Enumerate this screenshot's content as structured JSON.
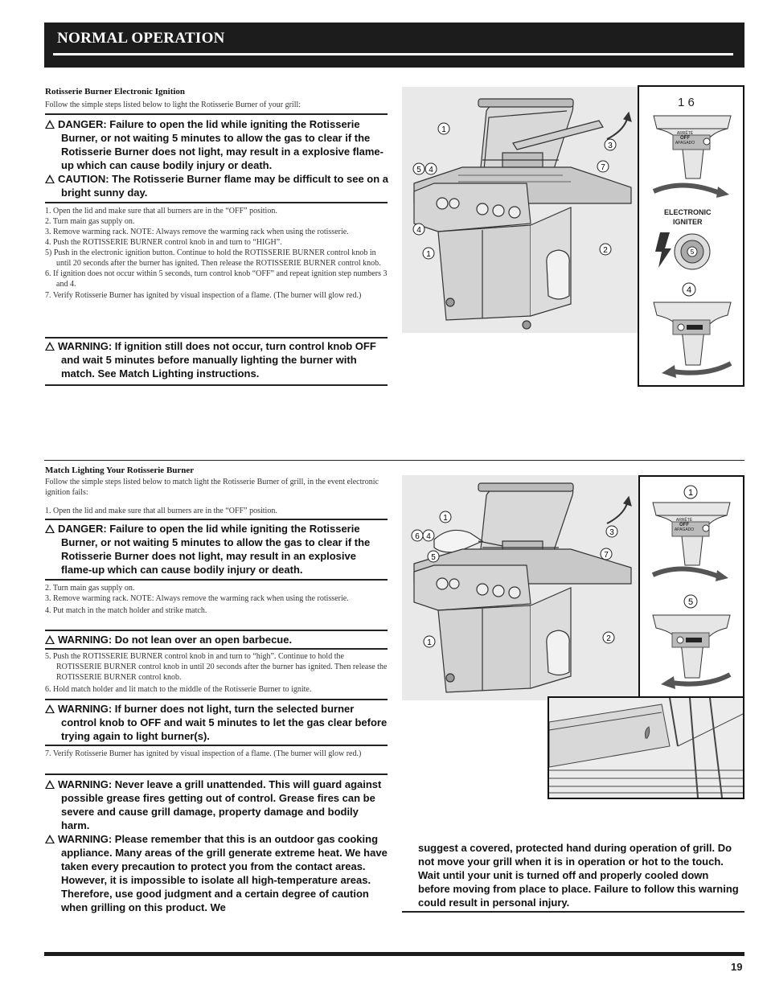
{
  "header": {
    "title": "NORMAL OPERATION"
  },
  "section1": {
    "title": "Rotisserie Burner Electronic Ignition",
    "intro": "Follow the simple steps listed below to light the Rotisserie Burner of your grill:",
    "danger": "DANGER: Failure to open the lid while igniting the Rotisserie Burner, or not waiting 5 minutes to allow the gas to clear if the Rotisserie Burner does not light, may result in a explosive flame-up which can cause bodily injury or death.",
    "caution": "CAUTION: The Rotisserie Burner flame may be difficult to see on a bright sunny day.",
    "steps": [
      "1.  Open the lid and make sure that all burners are in the “OFF” position.",
      "2.  Turn main gas supply on.",
      "3.  Remove warming rack. NOTE: Always remove the warming rack when using the rotisserie.",
      "4.  Push the ROTISSERIE BURNER control knob in and turn to “HIGH”.",
      "5)  Push in the electronic ignition button. Continue to hold the ROTISSERIE BURNER control knob in until 20 seconds after the burner has ignited. Then release the ROTISSERIE BURNER control knob.",
      "6.  If ignition does not occur within 5 seconds, turn control knob “OFF” and repeat ignition step numbers 3 and 4.",
      "7.  Verify Rotisserie Burner has ignited by visual inspection of a flame. (The burner will glow red.)"
    ],
    "warning": "WARNING: If ignition still does not occur, turn control knob OFF and wait 5 minutes before manually lighting the burner with match. See Match Lighting instructions.",
    "figure": {
      "callouts": [
        "1",
        "5",
        "4",
        "4",
        "1",
        "3",
        "7",
        "2"
      ],
      "panel_top_label": "1 6",
      "knob_text": [
        "ARRÊTÉ",
        "OFF",
        "APAGADO"
      ],
      "igniter_label_1": "ELECTRONIC",
      "igniter_label_2": "IGNITER",
      "igniter_num": "5",
      "panel_bottom_label": "4"
    }
  },
  "section2": {
    "title": "Match Lighting Your Rotisserie Burner",
    "intro": "Follow the simple steps listed below to match light the Rotisserie Burner of grill, in the event electronic ignition fails:",
    "step1": "1.  Open the lid and make sure that all burners are in the “OFF” position.",
    "danger": "DANGER: Failure to open the lid while igniting the Rotisserie Burner, or not waiting 5 minutes to allow the gas to clear if the Rotisserie Burner does not light, may result in an explosive flame-up which can cause bodily injury or death.",
    "steps_b": [
      "2.  Turn main gas supply on.",
      "3.  Remove warming rack. NOTE: Always remove the warming rack when using the rotisserie.",
      "4.  Put match in the match holder and strike match."
    ],
    "warning_lean": "WARNING: Do not lean over an open barbecue.",
    "steps_c": [
      "5.  Push the ROTISSERIE BURNER control knob in and turn to “high”. Continue to hold the ROTISSERIE BURNER control knob in until 20 seconds after the burner has ignited. Then release the ROTISSERIE BURNER control knob.",
      "6.  Hold match holder and lit match to the middle of the Rotisserie Burner to ignite."
    ],
    "warning_burner": "WARNING: If burner does not light, turn the selected burner control knob to OFF and wait 5 minutes to let the gas clear before trying again to light burner(s).",
    "step7": "7.  Verify Rotisserie Burner has ignited by visual inspection of a flame. (The burner will glow red.)",
    "warning_unattended": "WARNING: Never leave a grill unattended. This will guard against possible grease fires getting out of control. Grease fires can be severe and cause grill damage, property damage and bodily harm.",
    "warning_outdoor": "WARNING: Please remember that this is an outdoor gas cooking appliance. Many areas of the grill generate extreme heat. We have taken every precaution to protect you from the contact areas. However, it is impossible to isolate all high-temperature areas. Therefore, use good judgment and a certain degree of caution when grilling on this product. We",
    "warning_continued": "suggest a covered, protected hand during operation of grill. Do not move your grill when it is in operation or hot to the touch. Wait until your unit is turned off and properly cooled down before moving from place to place. Failure to follow this warning could result in personal injury.",
    "figure": {
      "callouts": [
        "1",
        "6",
        "4",
        "5",
        "1",
        "3",
        "7",
        "2"
      ],
      "panel_top_label": "1",
      "knob_text": [
        "ARRÊTÉ",
        "OFF",
        "APAGADO"
      ],
      "panel_bottom_label": "5"
    }
  },
  "footer": {
    "page_number": "19"
  }
}
